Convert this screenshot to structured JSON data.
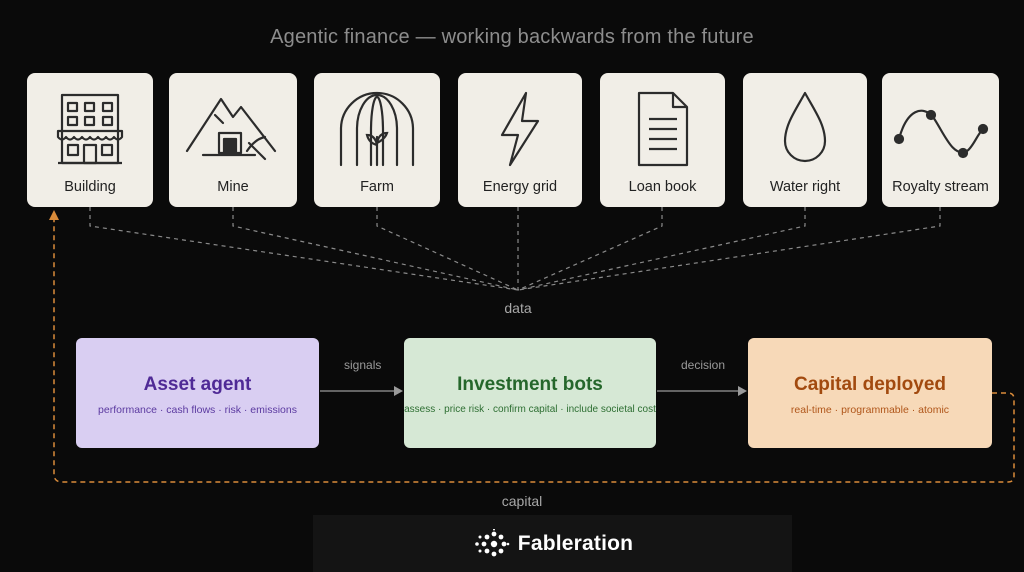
{
  "title": "Agentic finance — working backwards from the future",
  "assets": [
    {
      "label": "Building",
      "icon": "building-icon"
    },
    {
      "label": "Mine",
      "icon": "mine-icon"
    },
    {
      "label": "Farm",
      "icon": "farm-icon"
    },
    {
      "label": "Energy grid",
      "icon": "lightning-icon"
    },
    {
      "label": "Loan book",
      "icon": "document-icon"
    },
    {
      "label": "Water right",
      "icon": "water-drop-icon"
    },
    {
      "label": "Royalty stream",
      "icon": "wave-curve-icon"
    }
  ],
  "flow": {
    "data_label": "data",
    "signals_label": "signals",
    "decision_label": "decision",
    "capital_label": "capital"
  },
  "stages": {
    "asset_agent": {
      "title": "Asset agent",
      "subtitle": "performance · cash flows · risk · emissions",
      "bg": "#d9cef2",
      "color": "#4f2a96"
    },
    "investment_bots": {
      "title": "Investment bots",
      "subtitle": "assess · price risk · confirm capital · include societal cost",
      "bg": "#d6e8d5",
      "color": "#25672b"
    },
    "capital_deployed": {
      "title": "Capital deployed",
      "subtitle": "real-time · programmable · atomic",
      "bg": "#f7d9b8",
      "color": "#a24a0f"
    }
  },
  "footer": {
    "brand": "Fableration",
    "logo": "dotted-circle-logo-icon"
  },
  "colors": {
    "background": "#0a0a0a",
    "card": "#f1eee7",
    "capital_arrow": "#d98b3a",
    "dashed_line": "#8a8a8a"
  }
}
